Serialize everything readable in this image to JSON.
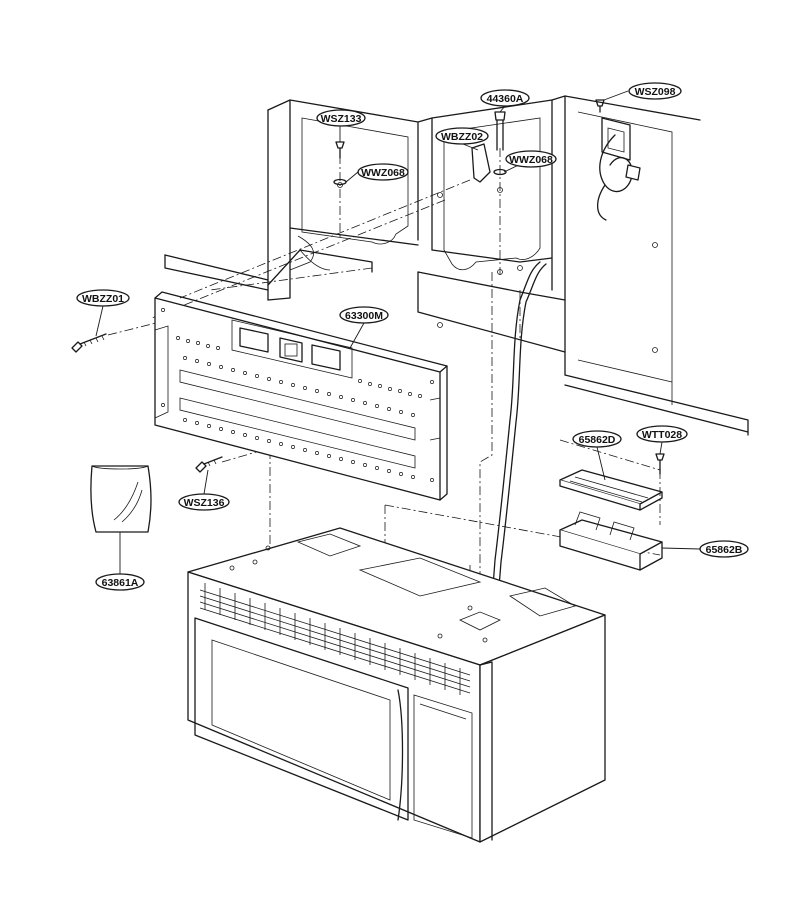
{
  "parts": {
    "wsz133": "WSZ133",
    "wwz068_left": "WWZ068",
    "p44360a": "44360A",
    "wbzz02": "WBZZ02",
    "wwz068_right": "WWZ068",
    "wsz098": "WSZ098",
    "wbzz01": "WBZZ01",
    "p63300m": "63300M",
    "p65862d": "65862D",
    "wtt028": "WTT028",
    "wsz136": "WSZ136",
    "p65862b": "65862B",
    "p63861a": "63861A"
  }
}
